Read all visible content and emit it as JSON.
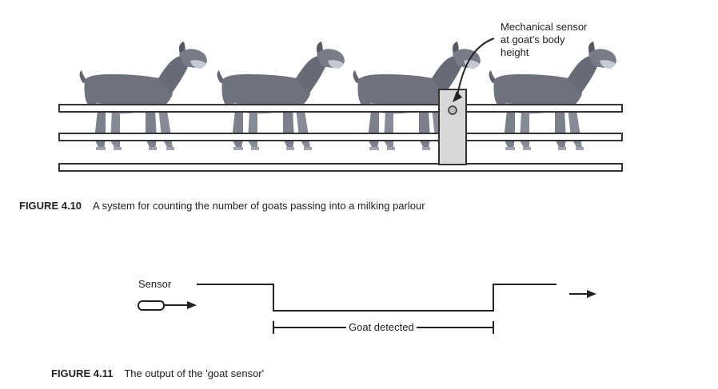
{
  "figure_4_10": {
    "callout_lines": [
      "Mechanical sensor",
      "at goat's body",
      "height"
    ],
    "caption_number": "FIGURE 4.10",
    "caption_text": "A system for counting the number of goats passing into a milking parlour",
    "goat_icon": "goat-icon",
    "goat_count": 4
  },
  "figure_4_11": {
    "sensor_label": "Sensor",
    "detected_label": "Goat detected",
    "caption_number": "FIGURE 4.11",
    "caption_text": "The output of the 'goat sensor'"
  }
}
